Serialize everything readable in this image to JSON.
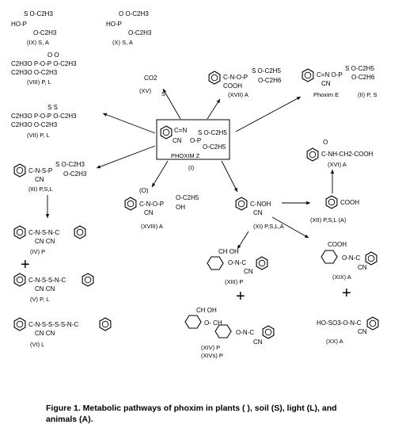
{
  "compounds": {
    "IX": {
      "lines": [
        "S O-C2H3",
        "HO-P",
        "O-C2H3"
      ],
      "label": "(IX)  S, A"
    },
    "X": {
      "lines": [
        "O O-C2H3",
        "HO-P",
        "O-C2H3"
      ],
      "label": "(X)  S, A"
    },
    "VIII": {
      "lines": [
        "O   O",
        "C2H3O P-O-P O-C2H3",
        "C2H3O     O-C2H3"
      ],
      "label": "(VIII)    P, L"
    },
    "VII": {
      "lines": [
        "S   S",
        "C2H3O P-O-P O-C2H3",
        "C2H3O     O-C2H3"
      ],
      "label": "(VII)      P, L"
    },
    "XV": {
      "formula": "CO2",
      "label": "(XV)",
      "source": "S"
    },
    "XVII": {
      "lines": [
        "C-N-O-P",
        "COOH",
        "S O-C2H5",
        "O-C2H6"
      ],
      "label": "(XVII)     A"
    },
    "II": {
      "lines": [
        "C=N O-P",
        "CN",
        "S O-C2H5",
        "O-C2H6"
      ],
      "label": "Phoxim  E",
      "sources": "(II)  P, S"
    },
    "I": {
      "lines": [
        "C=N",
        "CN",
        "O-P",
        "S O-C2H5",
        "O-C2H5"
      ],
      "label": "PHOXIM   Z",
      "number": "(I)"
    },
    "III": {
      "lines": [
        "C-N-S-P",
        "CN",
        "S O-C2H3",
        "O-C2H3"
      ],
      "label": "(III)     P,S,L"
    },
    "XVIII": {
      "lines": [
        "(O)",
        "C-N-O-P",
        "CN",
        "O-C2H5",
        "OH"
      ],
      "label": "(XVIII)        A"
    },
    "XI": {
      "lines": [
        "C-NOH",
        "CN"
      ],
      "label": "(XI)      P,S,L,A"
    },
    "XVI": {
      "lines": [
        "O",
        "C-NH-CH2-COOH"
      ],
      "label": "(XVI)        A"
    },
    "XII": {
      "lines": [
        "COOH"
      ],
      "label": "(XII)      P,S,L    (A)"
    },
    "IV": {
      "lines": [
        "C-N-S-N-C",
        "CN      CN"
      ],
      "label": "(IV)      P"
    },
    "V": {
      "lines": [
        "C-N-S-S-N-C",
        "CN         CN"
      ],
      "label": "(V)       P, L"
    },
    "VI": {
      "lines": [
        "C-N-S-S-S-S-N-C",
        "CN               CN"
      ],
      "label": "(VI)       L"
    },
    "XIII": {
      "lines": [
        "CH  OH",
        "O-N-C",
        "CN"
      ],
      "label": "(XIII)        P"
    },
    "XIX": {
      "lines": [
        "COOH",
        "O-N-C",
        "CN"
      ],
      "label": "(XIX)   A"
    },
    "XIV": {
      "lines": [
        "CH  OH",
        "O-  CH",
        "O-N-C",
        "CN"
      ],
      "label": "(XIV)   P",
      "label2": "(XIVs)  P"
    },
    "XX": {
      "lines": [
        "HO-SO3-O-N-C",
        "CN"
      ],
      "label": "(XX)  A"
    }
  },
  "plus_sign": "+",
  "caption": {
    "line1": "Figure 1.  Metabolic pathways of phoxim in plants  ( ), soil  (S), light  (L), and",
    "line2": "animals   (A)."
  }
}
